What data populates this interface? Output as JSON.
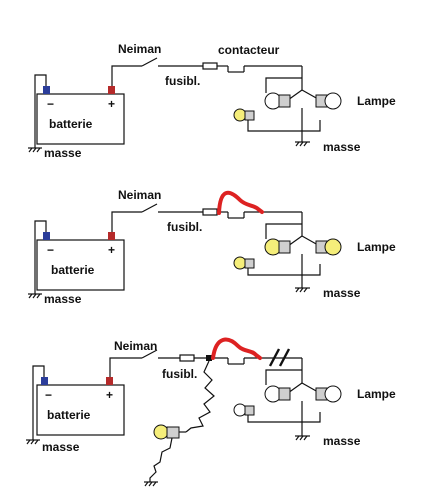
{
  "diagrams": [
    {
      "labels": {
        "neiman": "Neiman",
        "contacteur": "contacteur",
        "fusible": "fusibl.",
        "lampe": "Lampe",
        "masse_batterie": "masse",
        "masse_lampes": "masse",
        "batterie": "batterie",
        "minus": "−",
        "plus": "+"
      },
      "lamps_lit": false
    },
    {
      "labels": {
        "neiman": "Neiman",
        "fusible": "fusibl.",
        "lampe": "Lampe",
        "masse_batterie": "masse",
        "masse_lampes": "masse",
        "batterie": "batterie",
        "minus": "−",
        "plus": "+"
      },
      "lamps_lit": true,
      "red_jumper": true
    },
    {
      "labels": {
        "neiman": "Neiman",
        "fusible": "fusibl.",
        "lampe": "Lampe",
        "masse_batterie": "masse",
        "masse_lampes": "masse",
        "batterie": "batterie",
        "minus": "−",
        "plus": "+"
      },
      "lamps_lit": false,
      "red_jumper": true,
      "cut_marks": true,
      "test_lamp_lit": true
    }
  ],
  "colors": {
    "wire": "#111111",
    "red_jumper": "#dd2222",
    "terminal_negative": "#2b3d9a",
    "terminal_positive": "#b52a2a",
    "lamp_lit": "#f5ee7a",
    "lamp_unlit": "#ffffff",
    "lamp_body": "#cfcfcf"
  }
}
